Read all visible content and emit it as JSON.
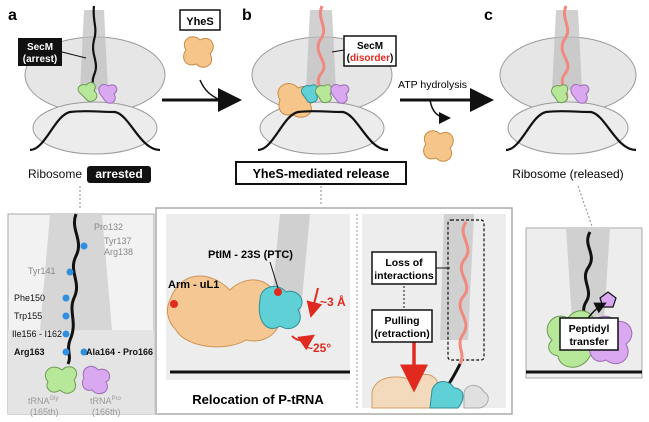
{
  "panels": {
    "a": {
      "letter": "a",
      "secm_line1": "SecM",
      "secm_line2": "(arrest)",
      "ribosome_label": "Ribosome",
      "ribosome_state": "arrested"
    },
    "b": {
      "letter": "b",
      "yhes_label": "YheS",
      "secm_line1": "SecM",
      "secm_line2": "disorder",
      "release_label": "YheS-mediated release"
    },
    "c": {
      "letter": "c",
      "atp_label": "ATP hydrolysis",
      "ribosome_label": "Ribosome (released)"
    }
  },
  "detail_a": {
    "residues": {
      "pro132": "Pro132",
      "tyr137": "Tyr137",
      "arg138": "Arg138",
      "tyr141": "Tyr141",
      "phe150": "Phe150",
      "trp155": "Trp155",
      "ile_range": "Ile156 - I162",
      "arg163": "Arg163",
      "ala_range": "Ala164 - Pro166"
    },
    "trna_gly": "tRNA",
    "trna_gly_sup": "Gly",
    "trna_gly_pos": "(165th)",
    "trna_pro": "tRNA",
    "trna_pro_sup": "Pro",
    "trna_pro_pos": "(166th)"
  },
  "detail_b": {
    "ptim_label": "PtIM - 23S (PTC)",
    "arm_label": "Arm - uL1",
    "distance": "~3 Å",
    "angle": "~25°",
    "caption": "Relocation of P-tRNA",
    "loss_line1": "Loss of",
    "loss_line2": "interactions",
    "pulling_line1": "Pulling",
    "pulling_line2": "(retraction)"
  },
  "detail_c": {
    "peptidyl_line1": "Peptidyl",
    "peptidyl_line2": "transfer"
  },
  "colors": {
    "ribosome_fill": "#e6e6e6",
    "ribosome_stroke": "#9a9a9a",
    "yhes_orange": "#f6c58a",
    "secm_red": "#e74c3c",
    "trna_green": "#b7e89a",
    "trna_purple": "#d9a8f0",
    "trna_cyan": "#5fd0d6",
    "residue_blue": "#2f8fe0",
    "accent_red": "#e02a1f"
  }
}
